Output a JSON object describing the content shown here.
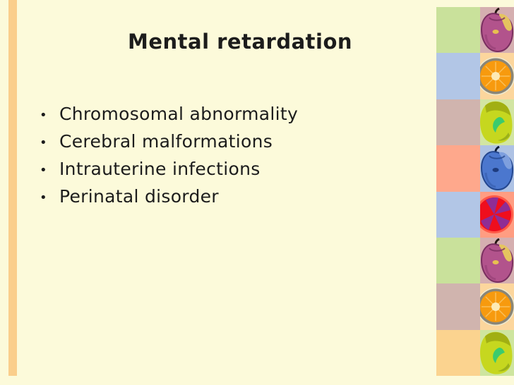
{
  "slide": {
    "title": "Mental retardation",
    "bullet_char": "•",
    "bullets": [
      "Chromosomal abnormality",
      "Cerebral malformations",
      "Intrauterine infections",
      "Perinatal disorder"
    ]
  },
  "colors": {
    "background": "#fcfada",
    "left_stripe": "#face8c",
    "text": "#1c1c1c"
  },
  "fruit_strip": {
    "rows": [
      {
        "block_color": "#c9e19b",
        "fruit": "purple-apple",
        "fruit_bg": "#d5afb0"
      },
      {
        "block_color": "#b2c6e6",
        "fruit": "orange-slice",
        "fruit_bg": "#fcd69d"
      },
      {
        "block_color": "#d0b4ae",
        "fruit": "kiwi",
        "fruit_bg": "#d2e5a3"
      },
      {
        "block_color": "#fea88c",
        "fruit": "blue-apple",
        "fruit_bg": "#aec2e4"
      },
      {
        "block_color": "#b2c6e6",
        "fruit": "red-orange-slice",
        "fruit_bg": "#ff9d82"
      },
      {
        "block_color": "#c9e19b",
        "fruit": "purple-apple",
        "fruit_bg": "#d5afb0"
      },
      {
        "block_color": "#d0b4ae",
        "fruit": "orange-slice",
        "fruit_bg": "#fcd69d"
      },
      {
        "block_color": "#fbd38f",
        "fruit": "kiwi",
        "fruit_bg": "#cee59f"
      }
    ],
    "fruit_colors": {
      "purple_apple": {
        "body": "#b2538c",
        "dark": "#7a2f60",
        "patch": "#e5c45f",
        "stem": "#231410",
        "seed": "#e8c050"
      },
      "blue_apple": {
        "body": "#4b77ce",
        "dark": "#24478f",
        "patch": "#7e9fde",
        "stem": "#0e1b33",
        "seed": "#1e3c7f"
      },
      "orange_slice": {
        "ring": "#8a8678",
        "flesh": "#f79a0e",
        "center": "#fdeab5",
        "outline": "#efe9ce"
      },
      "red_orange_slice": {
        "rim": "#ff5a48",
        "flesh": "#ef0e1d",
        "wedge": "#8f2d95"
      },
      "kiwi": {
        "body": "#c6d71f",
        "shadow": "#9aa812",
        "swoosh": "#3bcb6d",
        "dark": "#6f8c15"
      }
    }
  }
}
